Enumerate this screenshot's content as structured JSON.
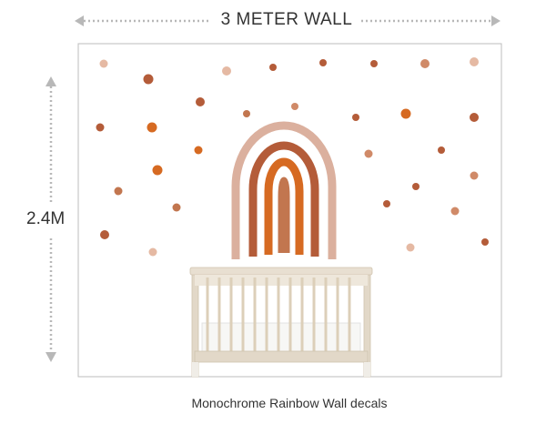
{
  "labels": {
    "width": "3 METER WALL",
    "height": "2.4M",
    "caption": "Monochrome Rainbow Wall decals"
  },
  "colors": {
    "background": "#ffffff",
    "wall_border": "#bdbdbd",
    "arrow": "#b8b8b8",
    "rainbow_outer": "#dbb09e",
    "rainbow_second": "#b45c39",
    "rainbow_third": "#d66a22",
    "rainbow_inner": "#c2764f",
    "crib_wood": "#e2d8c8",
    "crib_mattress": "#f7f7f5"
  },
  "icons": {
    "width_arrow": "double-arrow-horizontal",
    "height_arrow": "double-arrow-vertical",
    "decal_dots": "dot-decals",
    "rainbow": "rainbow-decal",
    "crib": "crib"
  }
}
